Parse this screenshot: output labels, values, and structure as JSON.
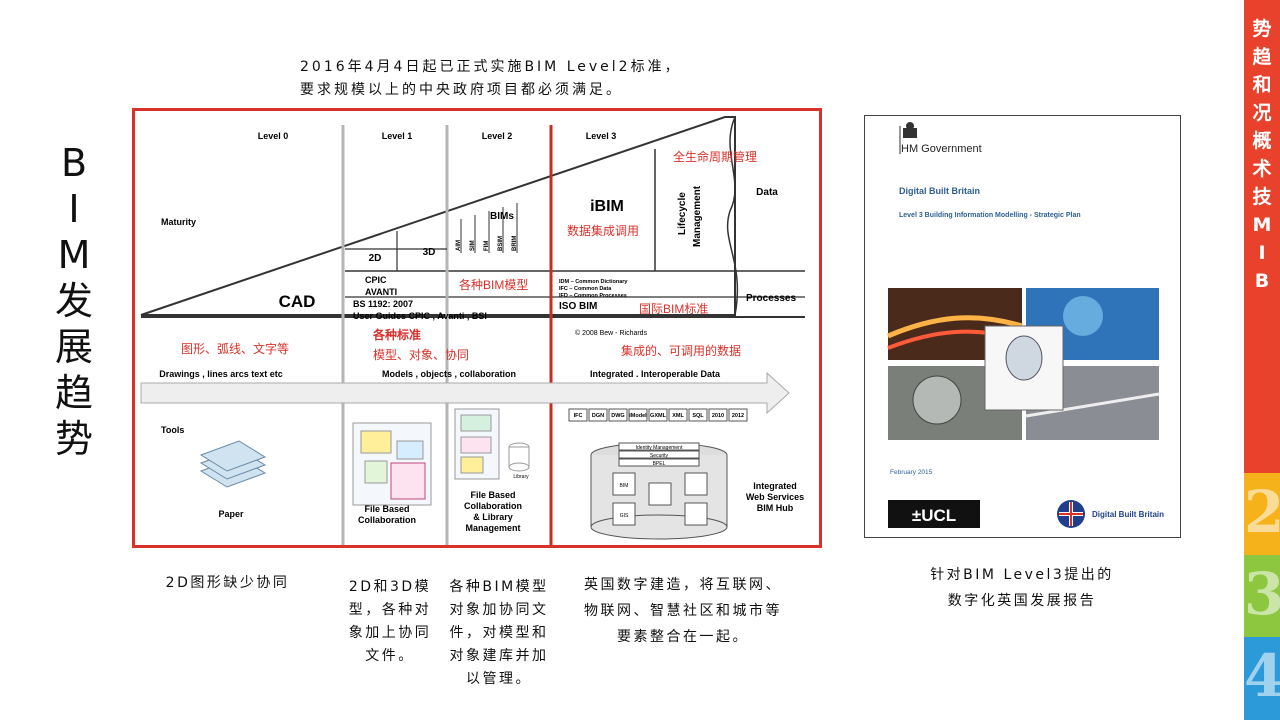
{
  "title_chars": [
    "B",
    "I",
    "M",
    "发",
    "展",
    "趋",
    "势"
  ],
  "top_caption": {
    "line1": "2016年4月4日起已正式实施BIM Level2标准，",
    "line2": "要求规模以上的中央政府项目都必须满足。"
  },
  "diagram": {
    "levels": [
      "Level 0",
      "Level 1",
      "Level 2",
      "Level 3"
    ],
    "maturity": "Maturity",
    "cad": "CAD",
    "d2": "2D",
    "d3": "3D",
    "bims": "BIMs",
    "bim_types": [
      "AIM",
      "SIM",
      "FIM",
      "BSIM",
      "BRIM"
    ],
    "ibim": "iBIM",
    "lifecycle": "Lifecycle",
    "management": "Management",
    "data": "Data",
    "processes": "Processes",
    "standards_l1": [
      "CPIC",
      "AVANTI",
      "BS 1192: 2007",
      "User Guides CPIC , Avanti , BSI"
    ],
    "standards_l3": [
      "IDM – Common Dictionary",
      "IFC – Common Data",
      "IFD – Common Processes"
    ],
    "iso_bim": "ISO BIM",
    "copyright": "© 2008 Bew - Richards",
    "cn_lifecycle": "全生命周期管理",
    "cn_integration": "数据集成调用",
    "cn_bim_models": "各种BIM模型",
    "cn_intl_std": "国际BIM标准",
    "cn_std": "各种标准",
    "cn_graphics": "图形、弧线、文字等",
    "cn_models": "模型、对象、协同",
    "cn_integrated": "集成的、可调用的数据",
    "row_l0": "Drawings , lines arcs text etc",
    "row_l1": "Models , objects , collaboration",
    "row_l3": "Integrated . Interoperable Data",
    "tools": "Tools",
    "paper": "Paper",
    "file_collab": [
      "File Based",
      "Collaboration"
    ],
    "file_lib": [
      "File Based",
      "Collaboration",
      "& Library",
      "Management"
    ],
    "library": "Library",
    "formats": [
      "IFC",
      "DGN",
      "DWG",
      "iModel",
      "GXML",
      "XML",
      "SQL",
      "2010",
      "2012"
    ],
    "hub_layers": [
      "Identity Management",
      "Security",
      "BPEL"
    ],
    "hub_dbs": [
      "BIM",
      "",
      "",
      "GIS",
      ""
    ],
    "hub_label": [
      "Integrated",
      "Web Services",
      "BIM Hub"
    ]
  },
  "report": {
    "gov": "HM Government",
    "dbb": "Digital Built Britain",
    "subtitle": "Level 3 Building Information Modelling - Strategic Plan",
    "date": "February 2015",
    "ucl": "±UCL",
    "dbb_logo": "Digital Built Britain"
  },
  "captions": {
    "c0": [
      "2D图形缺少协同"
    ],
    "c1": [
      "2D和3D模",
      "型，各种对",
      "象加上协同",
      "文件。"
    ],
    "c2": [
      "各种BIM模型",
      "对象加协同文",
      "件，对模型和",
      "对象建库并加",
      "以管理。"
    ],
    "c3": [
      "英国数字建造，将互联网、",
      "物联网、智慧社区和城市等",
      "要素整合在一起。"
    ],
    "report": [
      "针对BIM Level3提出的",
      "数字化英国发展报告"
    ]
  },
  "sidebar": {
    "chars": [
      "势",
      "趋",
      "和",
      "况",
      "概",
      "术",
      "技",
      "M",
      "I",
      "B"
    ],
    "nums": [
      "2",
      "3",
      "4"
    ]
  },
  "colors": {
    "red": "#d9312b",
    "sidebar_red": "#e8412c",
    "yellow": "#f6b21a",
    "green": "#8dc63f",
    "blue": "#2c9ad9"
  }
}
